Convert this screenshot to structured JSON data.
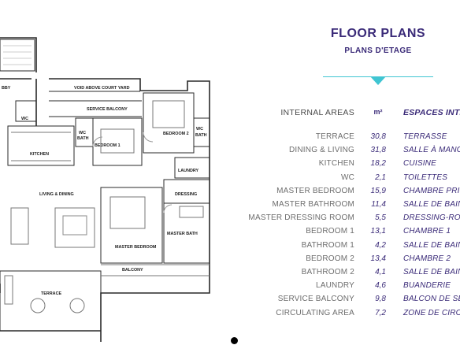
{
  "header": {
    "title": "FLOOR PLANS",
    "subtitle": "PLANS D'ETAGE"
  },
  "table": {
    "header_en": "INTERNAL AREAS",
    "header_unit": "m²",
    "header_fr": "ESPACES INTÉ",
    "rows": [
      {
        "en": "TERRACE",
        "area": "30,8",
        "fr": "TERRASSE"
      },
      {
        "en": "DINING & LIVING",
        "area": "31,8",
        "fr": "SALLE À MANG"
      },
      {
        "en": "KITCHEN",
        "area": "18,2",
        "fr": "CUISINE"
      },
      {
        "en": "WC",
        "area": "2,1",
        "fr": "TOILETTES"
      },
      {
        "en": "MASTER BEDROOM",
        "area": "15,9",
        "fr": "CHAMBRE PRI"
      },
      {
        "en": "MASTER BATHROOM",
        "area": "11,4",
        "fr": "SALLE DE BAIN"
      },
      {
        "en": "MASTER DRESSING ROOM",
        "area": "5,5",
        "fr": "DRESSING-RO"
      },
      {
        "en": "BEDROOM 1",
        "area": "13,1",
        "fr": "CHAMBRE 1"
      },
      {
        "en": "BATHROOM 1",
        "area": "4,2",
        "fr": "SALLE DE BAIN"
      },
      {
        "en": "BEDROOM 2",
        "area": "13,4",
        "fr": "CHAMBRE 2"
      },
      {
        "en": "BATHROOM 2",
        "area": "4,1",
        "fr": "SALLE DE BAIN"
      },
      {
        "en": "LAUNDRY",
        "area": "4,6",
        "fr": "BUANDERIE"
      },
      {
        "en": "SERVICE BALCONY",
        "area": "9,8",
        "fr": "BALCON DE SE"
      },
      {
        "en": "CIRCULATING AREA",
        "area": "7,2",
        "fr": "ZONE DE CIRC"
      }
    ]
  },
  "plan_labels": {
    "lobby": "BBY",
    "void": "VOID ABOVE COURT YARD",
    "service_balcony": "SERVICE BALCONY",
    "wc": "WC",
    "wc_bath_1a": "WC",
    "wc_bath_1b": "BATH",
    "bedroom1": "BEDROOM 1",
    "bedroom2": "BEDROOM 2",
    "wc_bath_2a": "WC",
    "wc_bath_2b": "BATH",
    "kitchen": "KITCHEN",
    "laundry": "LAUNDRY",
    "dressing": "DRESSING",
    "living": "LIVING & DINING",
    "master_bath": "MASTER BATH",
    "master_bedroom": "MASTER BEDROOM",
    "balcony": "BALCONY",
    "terrace": "TERRACE"
  },
  "colors": {
    "brand": "#3a2a78",
    "accent": "#3fc5d2",
    "muted_text": "#6d6d6d"
  }
}
